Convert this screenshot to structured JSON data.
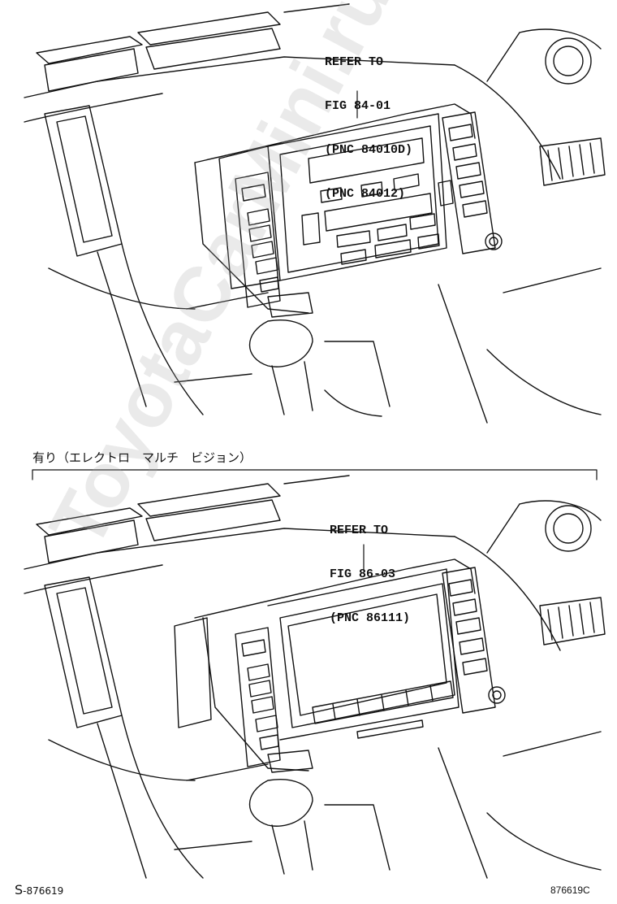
{
  "top_callout": [
    "REFER TO",
    "FIG 84-01",
    "(PNC 84010D)",
    "(PNC 84012)"
  ],
  "section_label": "有り（エレクトロ　マルチ　ビジョン）",
  "bottom_callout": [
    "REFER TO",
    "FIG 86-03",
    "(PNC 86111)"
  ],
  "footer": {
    "prefix": "S",
    "dash": "-",
    "code": "876619",
    "figure_id": "876619C"
  },
  "watermark": "ToyotaCarMini.ru",
  "colors": {
    "line": "#111111",
    "watermark": "#aaaaaa"
  }
}
